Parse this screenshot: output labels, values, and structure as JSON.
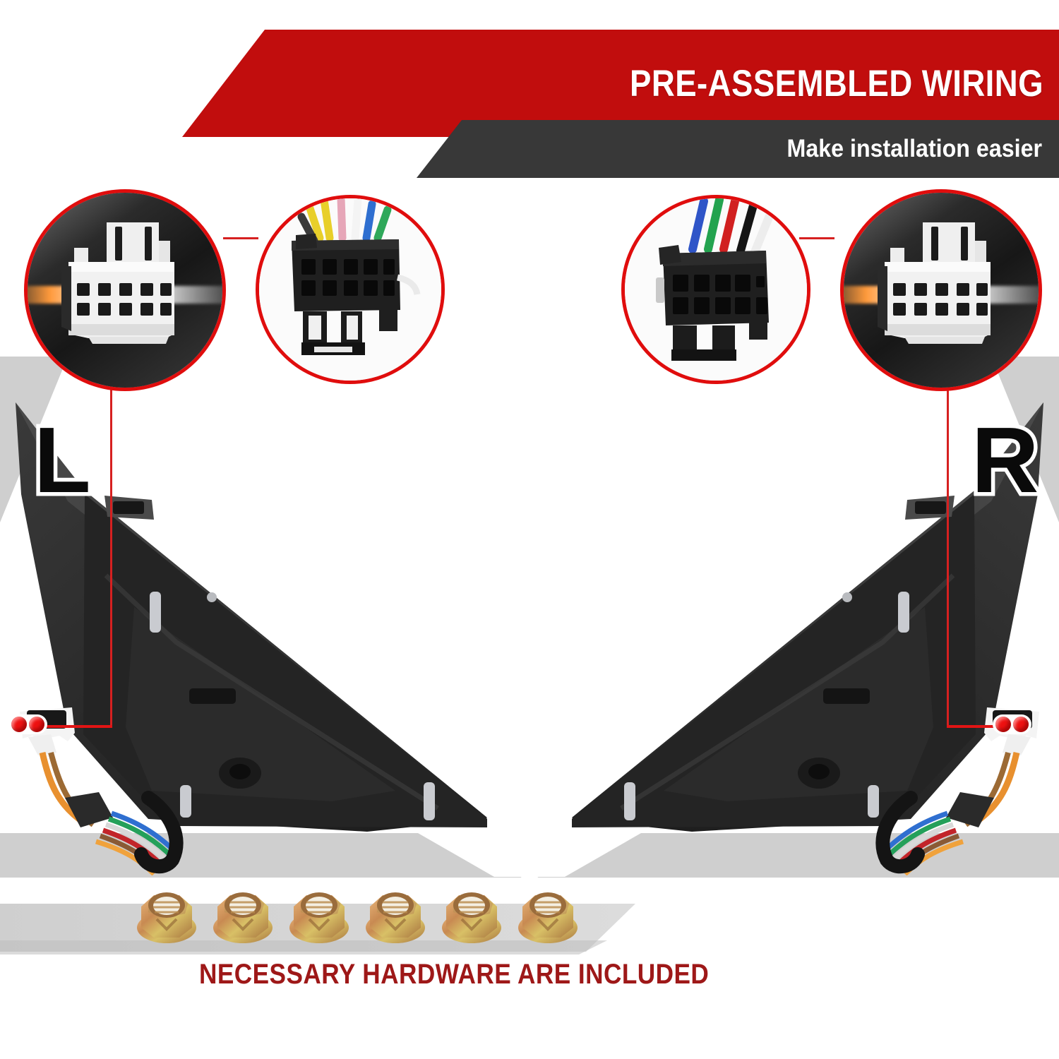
{
  "header": {
    "title": "PRE-ASSEMBLED WIRING",
    "subtitle": "Make installation easier",
    "red_hex": "#c10d0d",
    "dark_hex": "#383838"
  },
  "labels": {
    "left_side": "L",
    "right_side": "R"
  },
  "callouts": [
    {
      "id": "left-white-connector",
      "name": "white-male-connector",
      "pins": 10,
      "housing_color": "#f2f2f2"
    },
    {
      "id": "left-black-connector",
      "name": "black-female-connector",
      "pins": 10,
      "housing_color": "#1d1d1d",
      "wire_colors": [
        "#e8cf2a",
        "#e6a6b8",
        "#f2f2f2",
        "#2f6fd0",
        "#2fa85a"
      ]
    },
    {
      "id": "right-black-connector",
      "name": "black-female-connector",
      "pins": 10,
      "housing_color": "#1d1d1d",
      "wire_colors": [
        "#2f55c8",
        "#23a34f",
        "#d12020",
        "#151515",
        "#f2f2f2"
      ]
    },
    {
      "id": "right-white-connector",
      "name": "white-male-connector",
      "pins": 10,
      "housing_color": "#f2f2f2"
    }
  ],
  "hardware": {
    "caption": "NECESSARY HARDWARE ARE INCLUDED",
    "caption_hex": "#9e1818",
    "nut_count": 6,
    "nut_type": "flange-nut",
    "nut_finish": "zinc-yellow"
  },
  "markers": {
    "dot_color": "#ee1111",
    "dot_count_per_group": 2,
    "groups": 2
  },
  "product": {
    "item": "side mirror pair",
    "left_mirror": "left-side-mirror",
    "right_mirror": "right-side-mirror"
  }
}
